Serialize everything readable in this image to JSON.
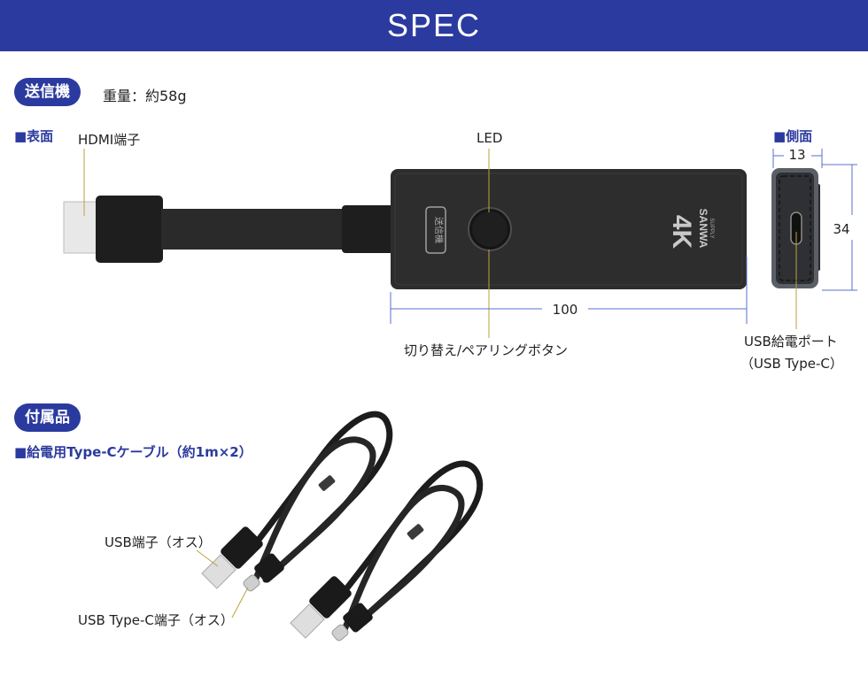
{
  "banner": {
    "title": "SPEC"
  },
  "transmitter": {
    "badge": "送信機",
    "weight": "重量：約58g",
    "front_label": "■表面",
    "side_label": "■側面",
    "hdmi_label": "HDMI端子",
    "led_label": "LED",
    "button_label": "切り替え/ペアリングボタン",
    "usb_port_label_1": "USB給電ポート",
    "usb_port_label_2": "（USB Type-C）",
    "dim_length": "100",
    "dim_width": "13",
    "dim_height": "34",
    "device_stamp": "送信機",
    "device_mark": "4K",
    "device_brand": "SANWA",
    "device_brand_sub": "SUPPLY"
  },
  "accessories": {
    "badge": "付属品",
    "cable_label": "■給電用Type-Cケーブル（約1m×2）",
    "usb_a_label": "USB端子（オス）",
    "usb_c_label": "USB Type-C端子（オス）"
  }
}
